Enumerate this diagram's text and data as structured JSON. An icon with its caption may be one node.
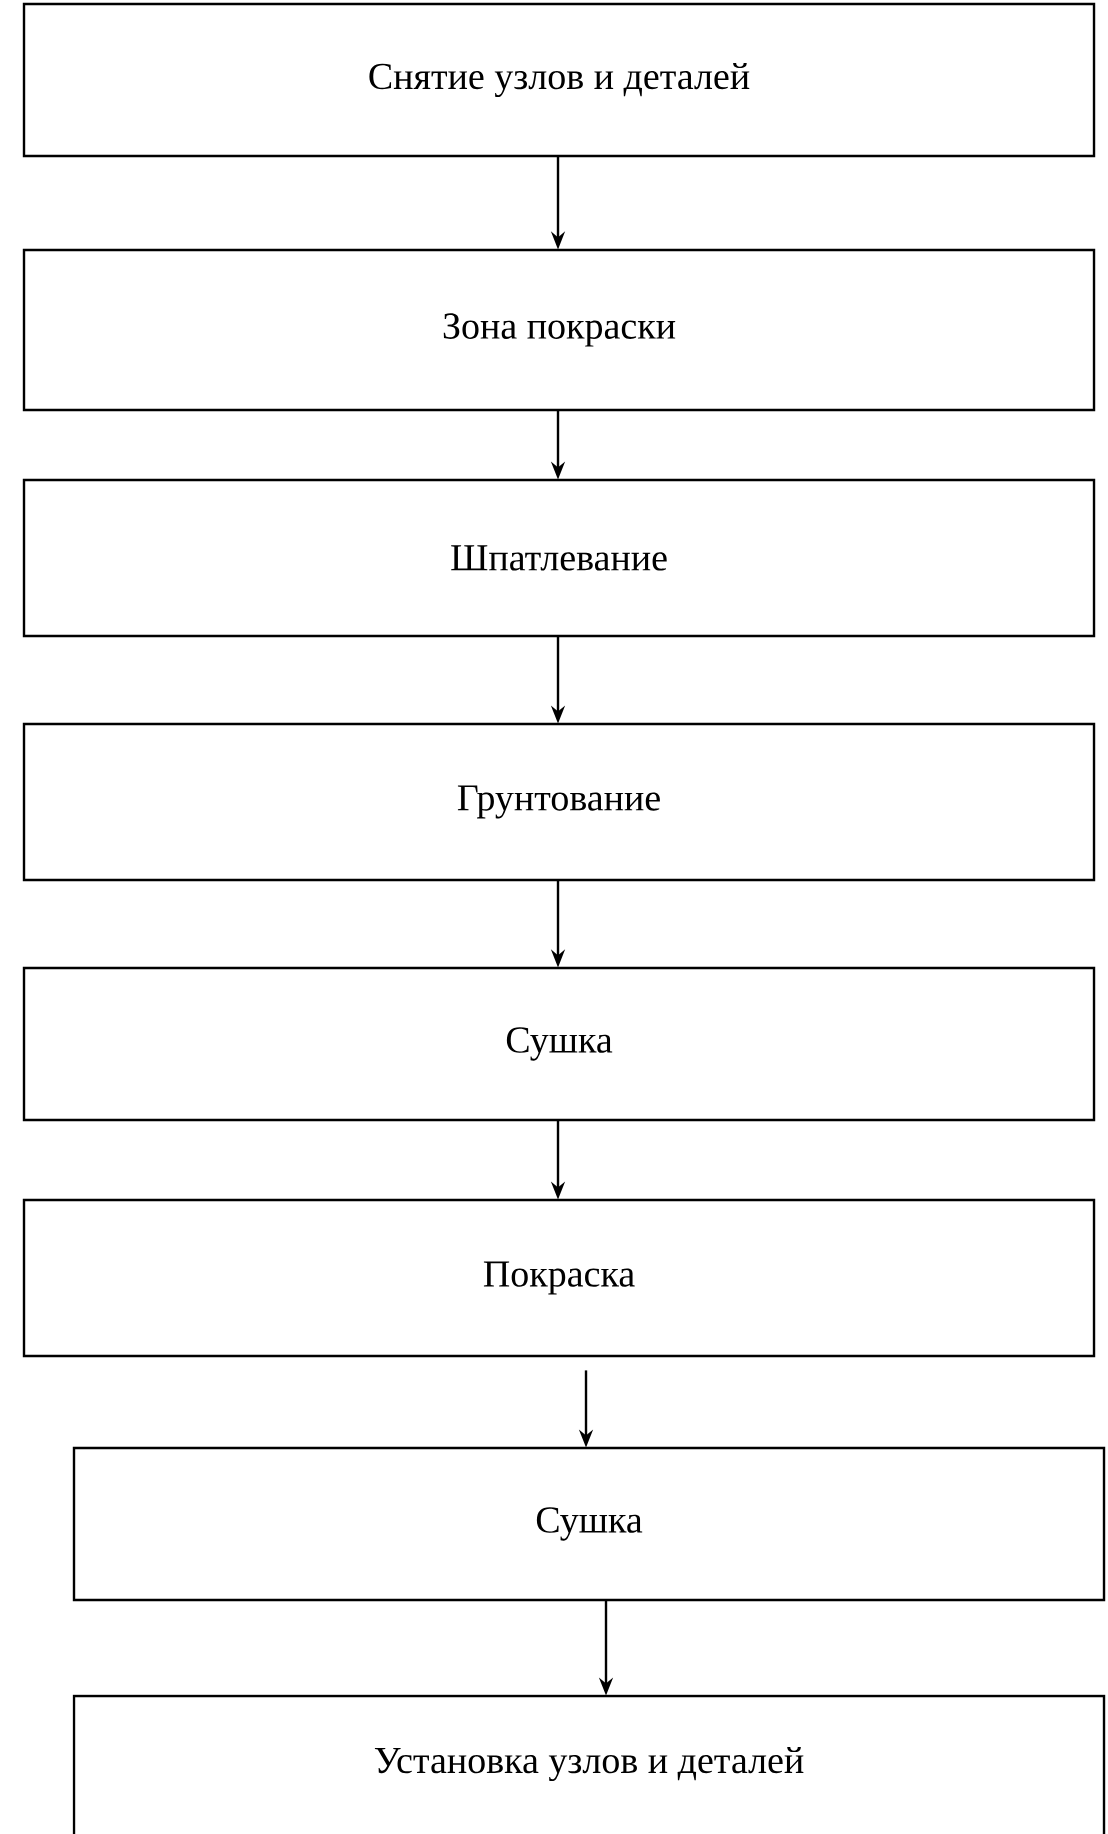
{
  "diagram": {
    "nodes": [
      {
        "text": [
          "Снятие узлов и деталей"
        ]
      },
      {
        "text": [
          "Зона покраски"
        ]
      },
      {
        "text": [
          "Шпатлевание"
        ]
      },
      {
        "text": [
          "Грунтование"
        ]
      },
      {
        "text": [
          "Сушка"
        ]
      },
      {
        "text": [
          "Покраска"
        ]
      },
      {
        "text": [
          "Сушка"
        ]
      },
      {
        "text": [
          "Установка узлов и деталей"
        ]
      }
    ],
    "edges": [
      {
        "from": 0,
        "to": 1,
        "arrow": "to"
      },
      {
        "from": 1,
        "to": 2,
        "arrow": "to"
      },
      {
        "from": 2,
        "to": 3,
        "arrow": "to"
      },
      {
        "from": 3,
        "to": 4,
        "arrow": "to"
      },
      {
        "from": 4,
        "to": 5,
        "arrow": "to"
      },
      {
        "from": 5,
        "to": 6,
        "arrow": "to"
      },
      {
        "from": 6,
        "to": 7,
        "arrow": "to"
      }
    ]
  }
}
